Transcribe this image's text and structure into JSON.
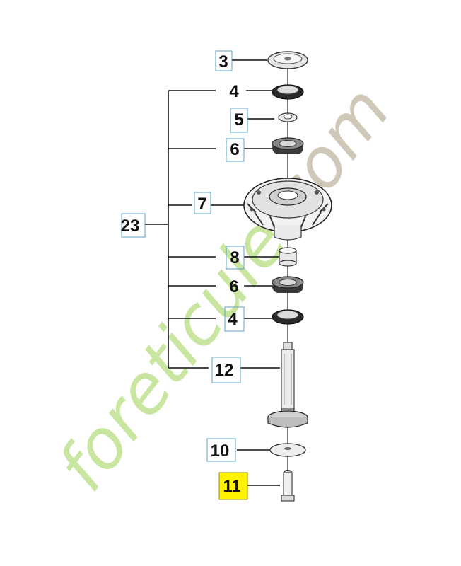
{
  "watermark": {
    "text_main": "foreticule",
    "text_dot": ".",
    "text_com": "com",
    "color_main": "#c9e6a0",
    "color_com": "#cfc8b8"
  },
  "assembly_label": "23",
  "callouts": [
    {
      "id": "3",
      "label": "3",
      "part": "washer-top",
      "highlighted": false
    },
    {
      "id": "4a",
      "label": "4",
      "part": "seal",
      "highlighted": false
    },
    {
      "id": "5",
      "label": "5",
      "part": "small-washer",
      "highlighted": false
    },
    {
      "id": "6a",
      "label": "6",
      "part": "bearing",
      "highlighted": false
    },
    {
      "id": "7",
      "label": "7",
      "part": "spindle-housing",
      "highlighted": false
    },
    {
      "id": "8",
      "label": "8",
      "part": "spacer-sleeve",
      "highlighted": false
    },
    {
      "id": "6b",
      "label": "6",
      "part": "bearing",
      "highlighted": false
    },
    {
      "id": "4b",
      "label": "4",
      "part": "seal",
      "highlighted": false
    },
    {
      "id": "12",
      "label": "12",
      "part": "spindle-shaft",
      "highlighted": false
    },
    {
      "id": "10",
      "label": "10",
      "part": "washer-bottom",
      "highlighted": false
    },
    {
      "id": "11",
      "label": "11",
      "part": "bolt",
      "highlighted": true
    }
  ],
  "colors": {
    "highlight": "#fff200",
    "callout_border": "#5aa0c8",
    "ink": "#111111"
  }
}
